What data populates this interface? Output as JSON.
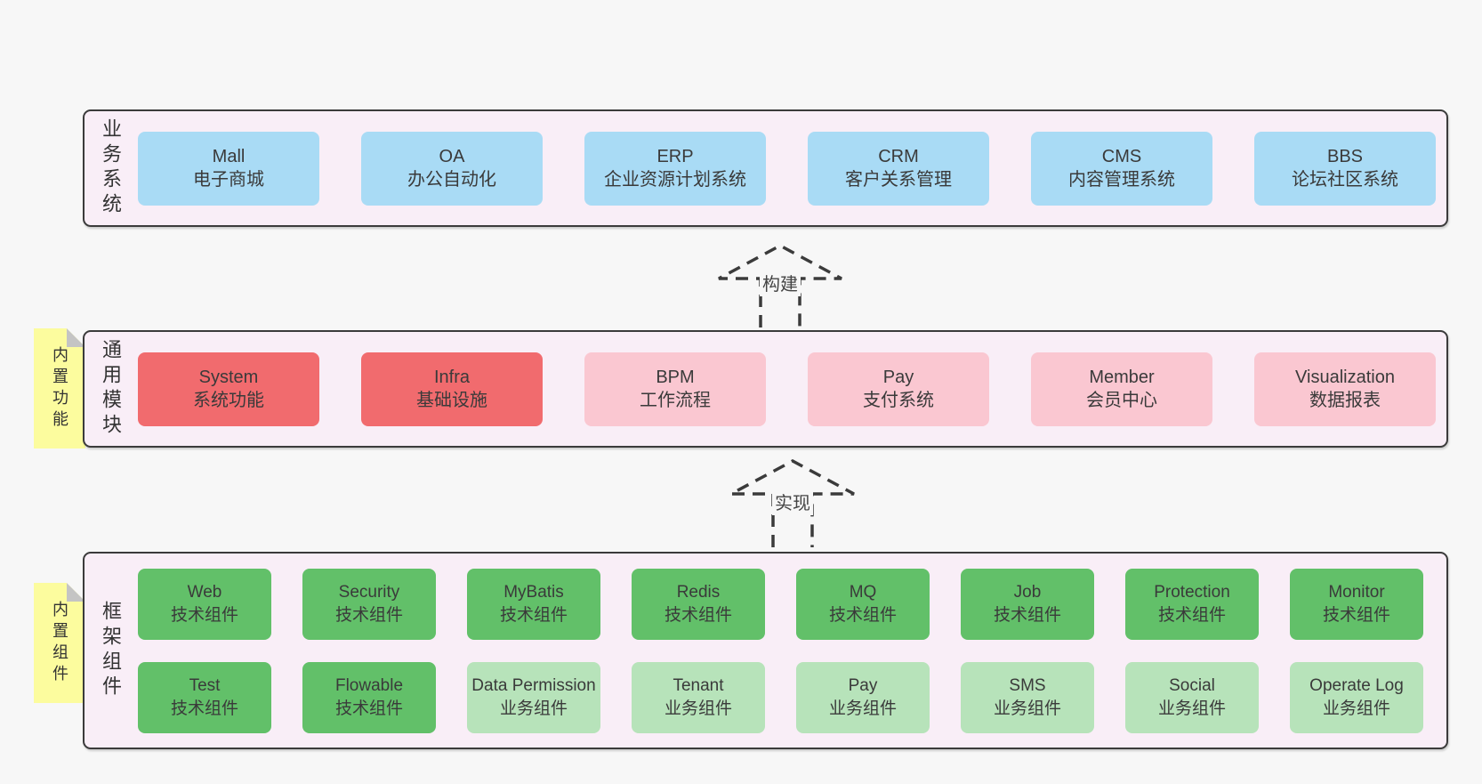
{
  "colors": {
    "page_bg": "#f7f7f7",
    "band_bg": "#f9eef7",
    "band_border": "#3b3b3b",
    "blue": "#a9dbf5",
    "red": "#f16b6e",
    "pink": "#fac7d1",
    "green": "#62c069",
    "light_green": "#b7e3ba",
    "sticky_yellow": "#fcfc9e",
    "sticky_fold": "#c4c4c4",
    "text": "#3a3a3a"
  },
  "arrows": [
    {
      "label": "构建"
    },
    {
      "label": "实现"
    }
  ],
  "bands": [
    {
      "id": "business-systems",
      "label": "业务系统",
      "sticky": null,
      "rows": [
        [
          {
            "en": "Mall",
            "zh": "电子商城",
            "color": "blue"
          },
          {
            "en": "OA",
            "zh": "办公自动化",
            "color": "blue"
          },
          {
            "en": "ERP",
            "zh": "企业资源计划系统",
            "color": "blue"
          },
          {
            "en": "CRM",
            "zh": "客户关系管理",
            "color": "blue"
          },
          {
            "en": "CMS",
            "zh": "内容管理系统",
            "color": "blue"
          },
          {
            "en": "BBS",
            "zh": "论坛社区系统",
            "color": "blue"
          }
        ]
      ]
    },
    {
      "id": "common-modules",
      "label": "通用模块",
      "sticky": "内置功能",
      "rows": [
        [
          {
            "en": "System",
            "zh": "系统功能",
            "color": "red"
          },
          {
            "en": "Infra",
            "zh": "基础设施",
            "color": "red"
          },
          {
            "en": "BPM",
            "zh": "工作流程",
            "color": "pink"
          },
          {
            "en": "Pay",
            "zh": "支付系统",
            "color": "pink"
          },
          {
            "en": "Member",
            "zh": "会员中心",
            "color": "pink"
          },
          {
            "en": "Visualization",
            "zh": "数据报表",
            "color": "pink"
          }
        ]
      ]
    },
    {
      "id": "framework-components",
      "label": "框架组件",
      "sticky": "内置组件",
      "rows": [
        [
          {
            "en": "Web",
            "zh": "技术组件",
            "color": "green"
          },
          {
            "en": "Security",
            "zh": "技术组件",
            "color": "green"
          },
          {
            "en": "MyBatis",
            "zh": "技术组件",
            "color": "green"
          },
          {
            "en": "Redis",
            "zh": "技术组件",
            "color": "green"
          },
          {
            "en": "MQ",
            "zh": "技术组件",
            "color": "green"
          },
          {
            "en": "Job",
            "zh": "技术组件",
            "color": "green"
          },
          {
            "en": "Protection",
            "zh": "技术组件",
            "color": "green"
          },
          {
            "en": "Monitor",
            "zh": "技术组件",
            "color": "green"
          }
        ],
        [
          {
            "en": "Test",
            "zh": "技术组件",
            "color": "green"
          },
          {
            "en": "Flowable",
            "zh": "技术组件",
            "color": "green"
          },
          {
            "en": "Data Permission",
            "zh": "业务组件",
            "color": "light_green"
          },
          {
            "en": "Tenant",
            "zh": "业务组件",
            "color": "light_green"
          },
          {
            "en": "Pay",
            "zh": "业务组件",
            "color": "light_green"
          },
          {
            "en": "SMS",
            "zh": "业务组件",
            "color": "light_green"
          },
          {
            "en": "Social",
            "zh": "业务组件",
            "color": "light_green"
          },
          {
            "en": "Operate Log",
            "zh": "业务组件",
            "color": "light_green"
          }
        ]
      ]
    }
  ]
}
